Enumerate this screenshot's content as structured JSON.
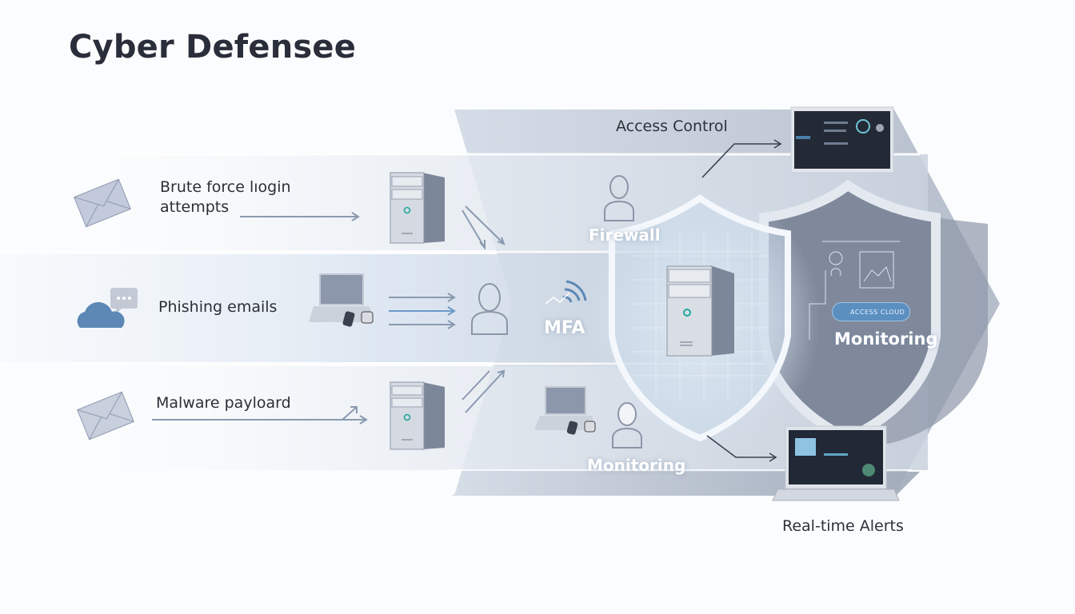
{
  "title": "Cyber Defensee",
  "threats": [
    {
      "label_line1": "Brute force lıogin",
      "label_line2": "attempts",
      "icon": "envelope-icon"
    },
    {
      "label_line1": "Phishing emails",
      "icon": "cloud-chat-icon"
    },
    {
      "label_line1": "Malware payloard",
      "icon": "envelope-icon"
    }
  ],
  "defenses": {
    "access_control": "Access Control",
    "firewall": "Firewall",
    "mfa": "MFA",
    "monitoring_center": "Monitoring",
    "monitoring_shield": "Monitoring",
    "access_cloud_button": "ACCESS CLOUD",
    "realtime_alerts": "Real-time Alerts"
  },
  "colors": {
    "title": "#2a2e3a",
    "band_light": "#e3e9f1",
    "band_dark": "#8a94a6",
    "accent_blue": "#5b8fc0",
    "arrow": "#8a9ab0"
  }
}
